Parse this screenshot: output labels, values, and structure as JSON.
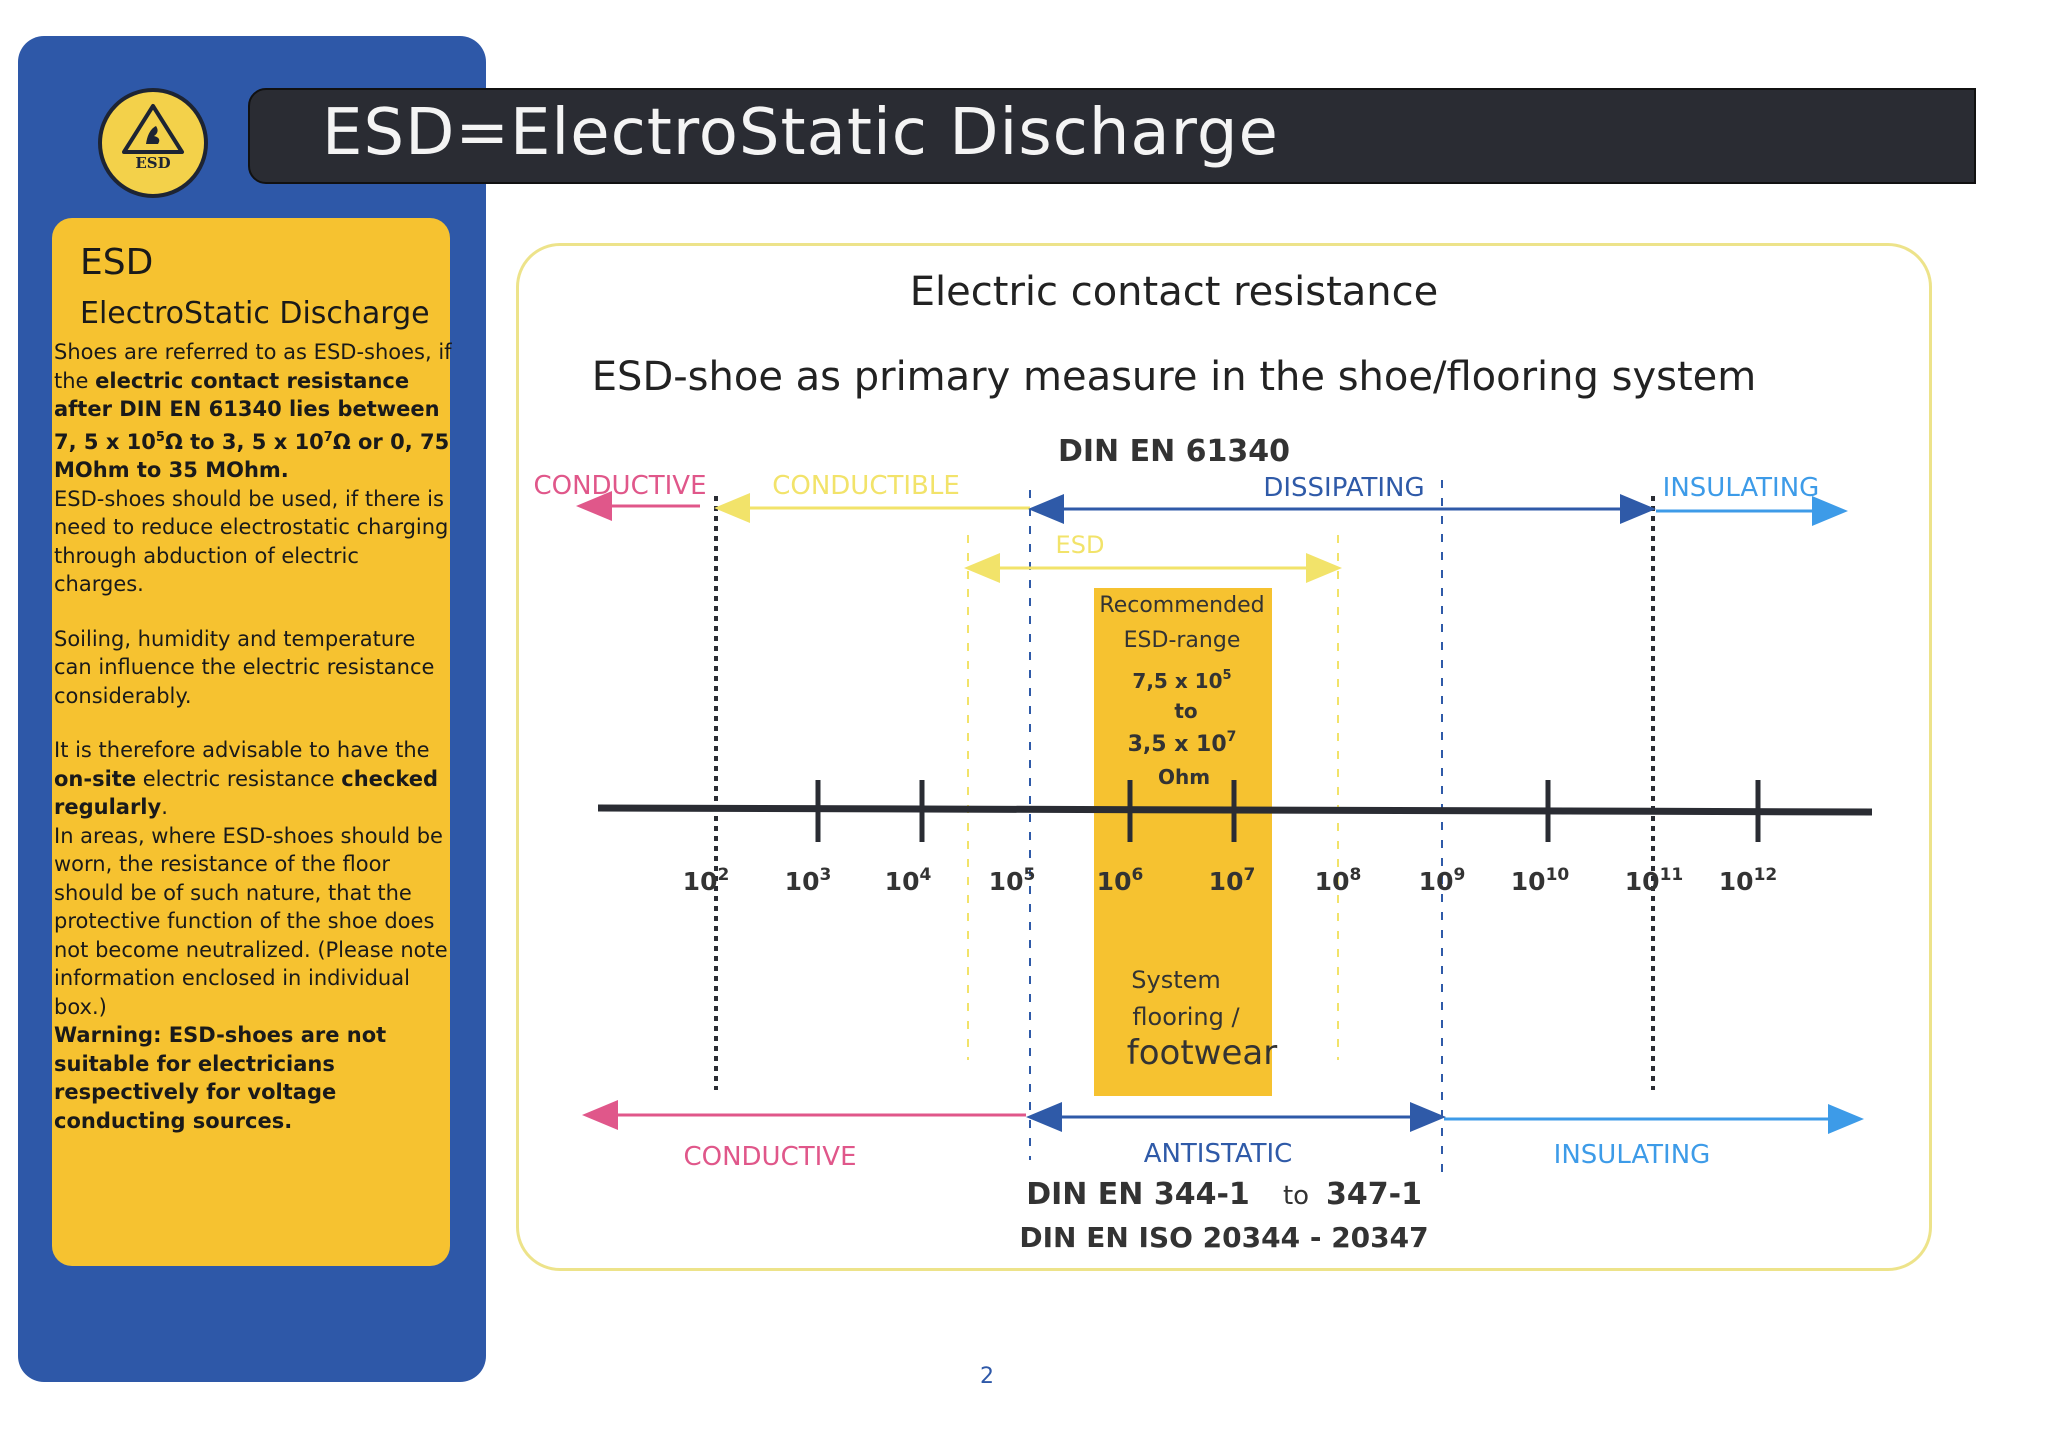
{
  "header": {
    "title": "ESD=ElectroStatic Discharge",
    "logo_text": "ESD"
  },
  "sidebar": {
    "heading": "ESD",
    "subheading": "ElectroStatic Discharge",
    "p1_a": "Shoes are referred to as ESD-shoes, if the ",
    "p1_b": "electric contact resistance after DIN EN 61340 lies between 7, 5 x 10",
    "p1_exp1": "5",
    "p1_c": "Ω to 3, 5 x 10",
    "p1_exp2": "7",
    "p1_d": "Ω or 0, 75 MOhm to 35 MOhm.",
    "p2": "ESD-shoes should be used, if there is need to reduce electrostatic charging through abduction of electric charges.",
    "p3": "Soiling, humidity and temperature can influence the electric resistance considerably.",
    "p4_a": "It is therefore advisable to have the ",
    "p4_b": "on-site",
    "p4_c": " electric resistance ",
    "p4_d": "checked regularly",
    "p4_e": ".",
    "p5": "In areas, where ESD-shoes should be worn, the resistance of the floor should be of such nature, that the protective function of the shoe does not become neutralized. (Please note information enclosed in individual box.)",
    "p6": "Warning: ESD-shoes are not suitable for electricians respectively for voltage conducting sources."
  },
  "diagram": {
    "title": "Electric contact resistance",
    "subtitle": "ESD-shoe as primary measure in the shoe/flooring system",
    "standard_top": "DIN EN 61340",
    "top_labels": {
      "conductive": "CONDUCTIVE",
      "conductible": "CONDUCTIBLE",
      "dissipating": "DISSIPATING",
      "insulating": "INSULATING",
      "esd": "ESD"
    },
    "recommended": {
      "line1": "Recommended",
      "line2": "ESD-range",
      "low_base": "7,5 x 10",
      "low_exp": "5",
      "to": "to",
      "high_base": "3,5 x 10",
      "high_exp": "7",
      "unit": "Ohm"
    },
    "system": {
      "line1": "System",
      "line2": "flooring /",
      "line3": "footwear"
    },
    "ticks": [
      {
        "base": "10",
        "exp": "2"
      },
      {
        "base": "10",
        "exp": "3"
      },
      {
        "base": "10",
        "exp": "4"
      },
      {
        "base": "10",
        "exp": "5"
      },
      {
        "base": "10",
        "exp": "6"
      },
      {
        "base": "10",
        "exp": "7"
      },
      {
        "base": "10",
        "exp": "8"
      },
      {
        "base": "10",
        "exp": "9"
      },
      {
        "base": "10",
        "exp": "10"
      },
      {
        "base": "10",
        "exp": "11"
      },
      {
        "base": "10",
        "exp": "12"
      }
    ],
    "bottom_labels": {
      "conductive": "CONDUCTIVE",
      "antistatic": "ANTISTATIC",
      "insulating": "INSULATING"
    },
    "standard_bottom_a": "DIN EN 344-1",
    "standard_bottom_to": "to",
    "standard_bottom_b": "347-1",
    "standard_bottom_2": "DIN EN ISO 20344 - 20347",
    "colors": {
      "conductive": "#e0578a",
      "conductible": "#f2e36a",
      "dissipating": "#2f5aa8",
      "insulating": "#3d9be8",
      "esd_range": "#f6c230"
    }
  },
  "footer": {
    "page_number": "2"
  }
}
